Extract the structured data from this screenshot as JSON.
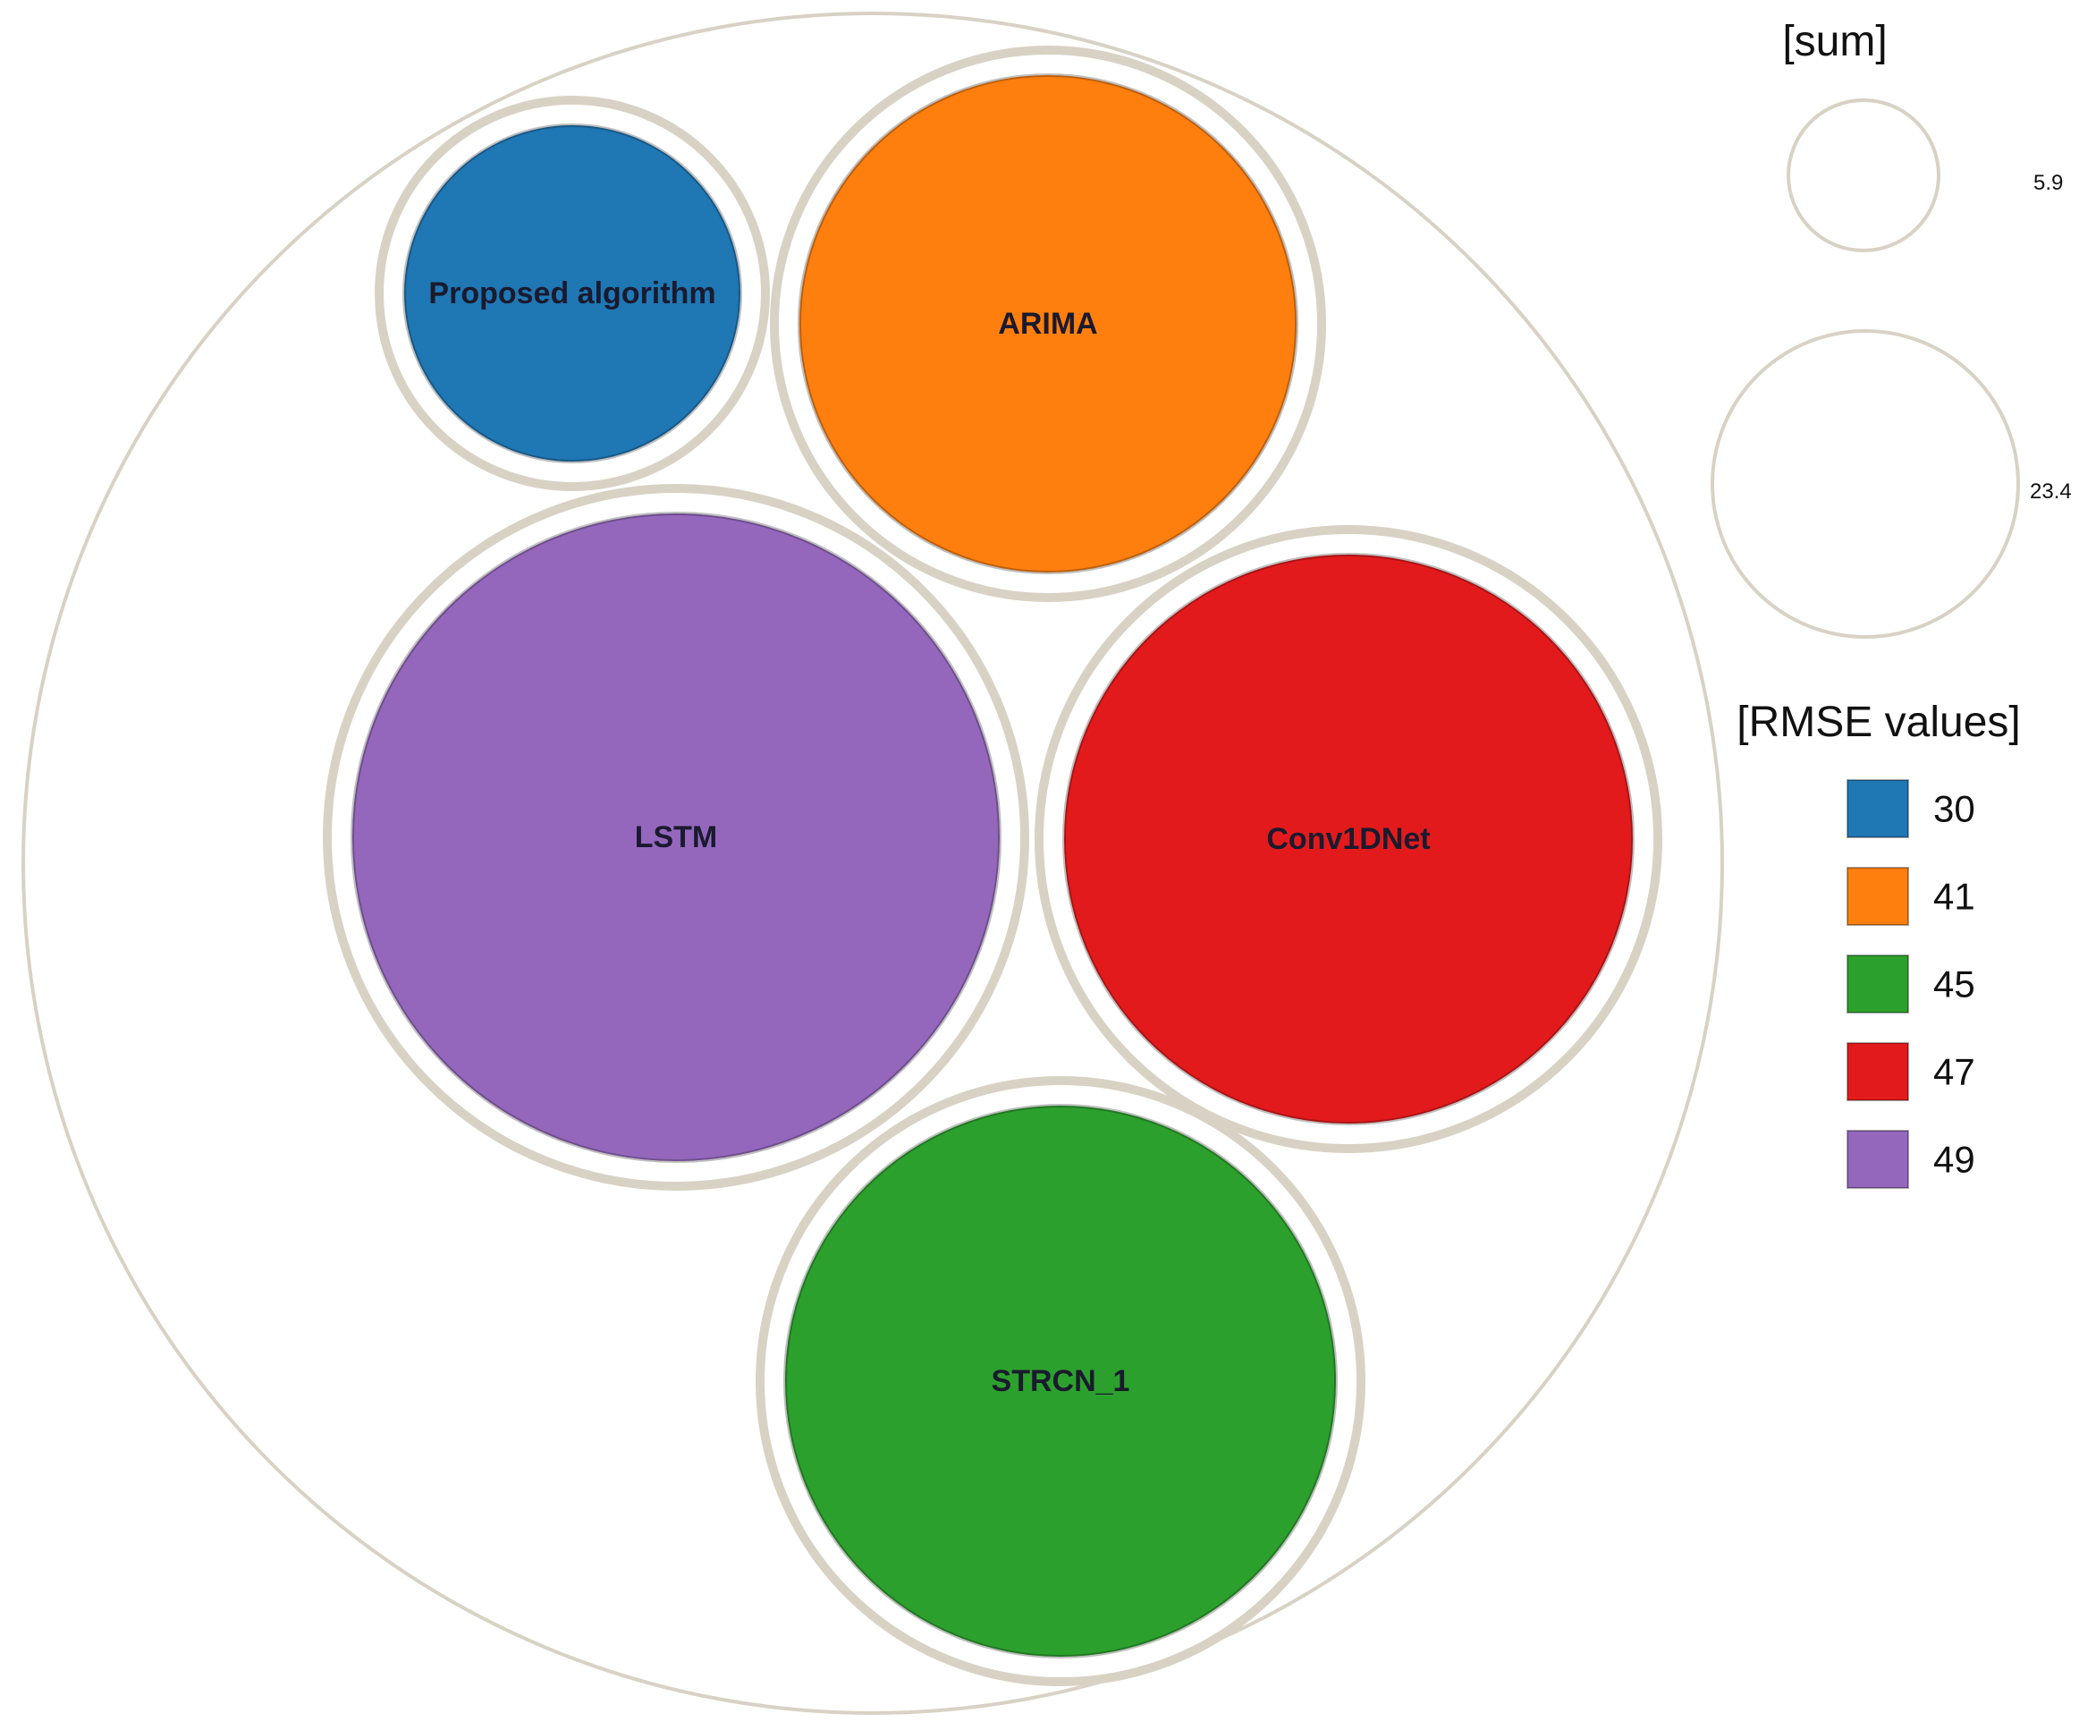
{
  "chart_data": {
    "type": "bubble",
    "bubbles": [
      {
        "label": "Proposed algorithm",
        "value": 30,
        "color": "#1f77b4"
      },
      {
        "label": "ARIMA",
        "value": 41,
        "color": "#ff7f0e"
      },
      {
        "label": "LSTM",
        "value": 49,
        "color": "#9467bd"
      },
      {
        "label": "Conv1DNet",
        "value": 47,
        "color": "#e31a1c"
      },
      {
        "label": "STRCN_1",
        "value": 45,
        "color": "#2ca02c"
      }
    ],
    "size_legend": {
      "title": "[sum]",
      "entries": [
        {
          "label": "5.9"
        },
        {
          "label": "23.4"
        }
      ]
    },
    "color_legend": {
      "title": "[RMSE values]",
      "entries": [
        {
          "label": "30",
          "color": "#1f77b4"
        },
        {
          "label": "41",
          "color": "#ff7f0e"
        },
        {
          "label": "45",
          "color": "#2ca02c"
        },
        {
          "label": "47",
          "color": "#e31a1c"
        },
        {
          "label": "49",
          "color": "#9467bd"
        }
      ]
    },
    "outline_color": "#d8d2c4"
  }
}
